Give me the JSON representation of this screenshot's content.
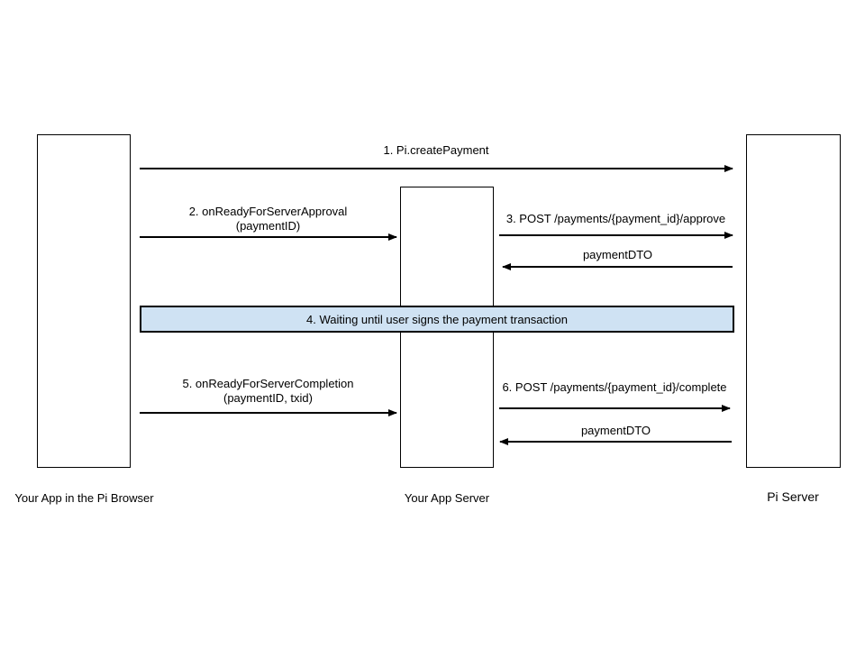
{
  "diagram": {
    "actors": {
      "browser": {
        "label": "Your App in the Pi Browser"
      },
      "app_server": {
        "label": "Your App Server"
      },
      "pi_server": {
        "label": "Pi Server"
      }
    },
    "messages": {
      "m1": {
        "label": "1. Pi.createPayment",
        "from": "browser",
        "to": "pi_server"
      },
      "m2": {
        "label": "2. onReadyForServerApproval",
        "args": "(paymentID)",
        "from": "browser",
        "to": "app_server"
      },
      "m3": {
        "label": "3. POST /payments/{payment_id}/approve",
        "from": "app_server",
        "to": "pi_server"
      },
      "m3_return": {
        "label": "paymentDTO",
        "from": "pi_server",
        "to": "app_server"
      },
      "m4_note": {
        "label": "4. Waiting until user signs the payment transaction"
      },
      "m5": {
        "label": "5. onReadyForServerCompletion",
        "args": "(paymentID, txid)",
        "from": "browser",
        "to": "app_server"
      },
      "m6": {
        "label": "6. POST /payments/{payment_id}/complete",
        "from": "app_server",
        "to": "pi_server"
      },
      "m6_return": {
        "label": "paymentDTO",
        "from": "pi_server",
        "to": "app_server"
      }
    },
    "colors": {
      "line": "#000000",
      "note_fill": "#cfe2f3",
      "note_border": "#000000",
      "background": "#ffffff"
    }
  }
}
